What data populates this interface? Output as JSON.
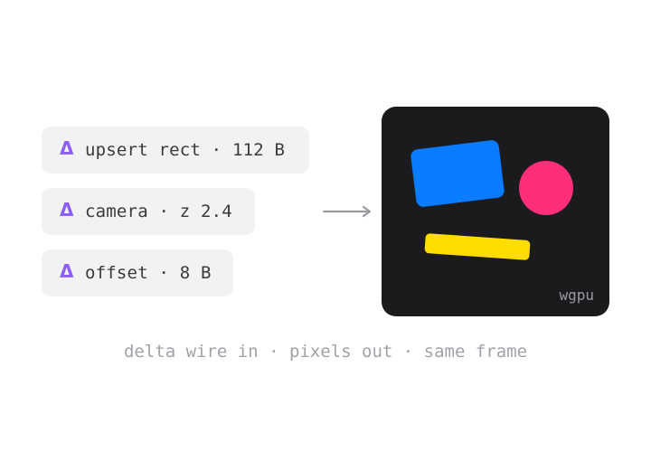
{
  "deltas": [
    {
      "icon": "Δ",
      "text": "upsert rect · 112 B"
    },
    {
      "icon": "Δ",
      "text": "camera · z 2.4"
    },
    {
      "icon": "Δ",
      "text": "offset · 8 B"
    }
  ],
  "canvas": {
    "label": "wgpu",
    "shapes": [
      {
        "kind": "rect",
        "color": "#0a7cff"
      },
      {
        "kind": "circle",
        "color": "#ff2e78"
      },
      {
        "kind": "bar",
        "color": "#ffdd00"
      }
    ]
  },
  "caption": "delta wire in · pixels out · same frame",
  "colors": {
    "accent": "#8b5cf6",
    "canvas_bg": "#1b1b1d",
    "pill_bg": "#f2f2f3"
  }
}
